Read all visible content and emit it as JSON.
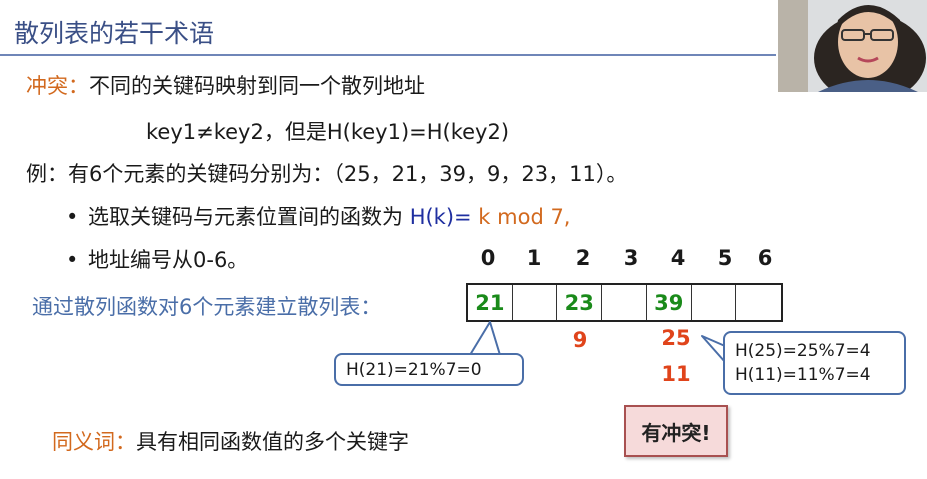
{
  "slide": {
    "title": "散列表的若干术语",
    "conflict_term": "冲突：",
    "conflict_def": "不同的关键码映射到同一个散列地址",
    "keys_line": "key1≠key2，但是H(key1)=H(key2)",
    "example": "例：有6个元素的关键码分别为：（25，21，39，9，23，11）。",
    "bullet1_prefix": "选取关键码与元素位置间的函数为 ",
    "bullet1_fn": "H(k)=",
    "bullet1_mod": " k mod 7,",
    "bullet2": "地址编号从0-6。",
    "table_label": "通过散列函数对6个元素建立散列表：",
    "indices": [
      "0",
      "1",
      "2",
      "3",
      "4",
      "5",
      "6"
    ],
    "cells": [
      "21",
      "",
      "23",
      "",
      "39",
      "",
      ""
    ],
    "below_addr2": "9",
    "below_addr4_a": "25",
    "below_addr4_b": "11",
    "callout_left": "H(21)=21%7=0",
    "callout_right_1": "H(25)=25%7=4",
    "callout_right_2": "H(11)=11%7=4",
    "synonym_term": "同义词：",
    "synonym_def": "具有相同函数值的多个关键字",
    "conflict_badge": "有冲突!"
  },
  "colors": {
    "title": "#3a4f86",
    "term": "#d2691e",
    "function": "#1f2fa0",
    "stored": "#1a8a1a",
    "collision": "#e0441b",
    "callout_border": "#4a6ea8",
    "badge_bg": "#f6dada"
  }
}
